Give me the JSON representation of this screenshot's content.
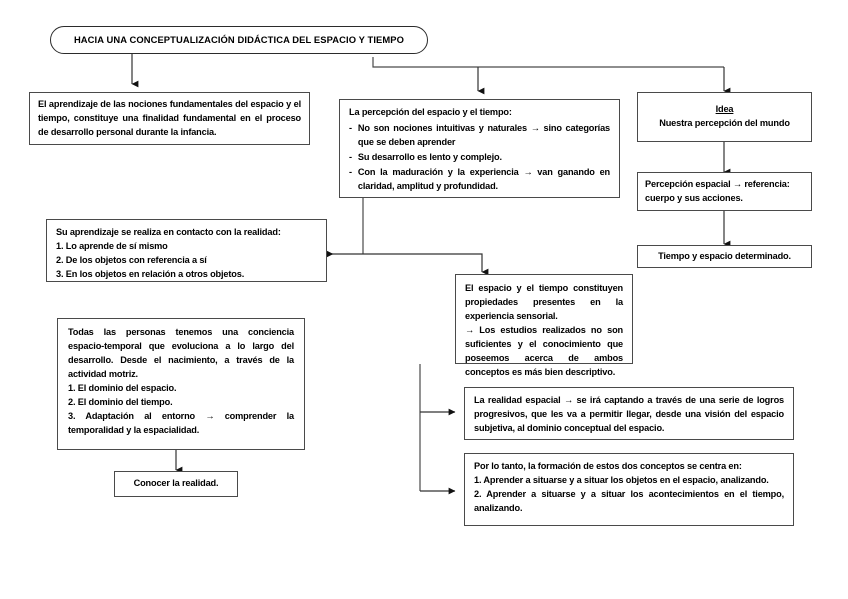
{
  "diagram": {
    "title": "HACIA UNA CONCEPTUALIZACIÓN DIDÁCTICA DEL ESPACIO Y TIEMPO",
    "nodes": {
      "aprendizaje": {
        "text": "El aprendizaje de las nociones fundamentales del espacio y el tiempo, constituye una finalidad fundamental en el proceso de desarrollo personal durante la infancia."
      },
      "percepcion": {
        "heading": "La percepción del espacio y el tiempo:",
        "bullets": [
          "No son nociones intuitivas y naturales → sino categorías que se deben aprender",
          "Su desarrollo es lento y complejo.",
          "Con la maduración y la experiencia → van ganando en claridad, amplitud y profundidad."
        ],
        "bullet_mark": "-"
      },
      "idea": {
        "label": "Idea",
        "text": "Nuestra percepción del mundo"
      },
      "percepcion_espacial": {
        "line1": "Percepción espacial → referencia:",
        "line2": "cuerpo y sus acciones."
      },
      "tiempo_espacio": {
        "text": "Tiempo y espacio determinado."
      },
      "su_aprendizaje": {
        "heading": "Su aprendizaje se realiza en contacto con la realidad:",
        "items": [
          "1. Lo aprende de sí mismo",
          "2. De los objetos con referencia a sí",
          "3. En los objetos en relación a otros objetos."
        ]
      },
      "conciencia": {
        "paragraph": "Todas las personas tenemos una conciencia espacio-temporal que evoluciona a lo largo del desarrollo. Desde el nacimiento, a través de la actividad motriz.",
        "items": [
          "1. El dominio del espacio.",
          "2. El dominio del tiempo.",
          "3. Adaptación al entorno → comprender la temporalidad y la espacialidad."
        ]
      },
      "conocer": {
        "text": "Conocer la realidad."
      },
      "espacio_tiempo_prop": {
        "line1": "El espacio y el tiempo constituyen propiedades presentes en la experiencia sensorial.",
        "line2": "→ Los estudios realizados no son suficientes y el conocimiento que poseemos acerca de ambos conceptos es más bien descriptivo."
      },
      "realidad_espacial": {
        "text": "La realidad espacial → se irá captando a través de una serie de logros progresivos, que les va a permitir llegar, desde una visión del espacio subjetiva, al dominio conceptual del espacio."
      },
      "por_lo_tanto": {
        "heading": "Por lo tanto, la formación de estos dos conceptos se centra en:",
        "items": [
          "1. Aprender a situarse y a situar los objetos en el espacio, analizando.",
          "2. Aprender a situarse y a situar los acontecimientos en el tiempo, analizando."
        ]
      }
    },
    "colors": {
      "line": "#4a4a4a",
      "arrow": "#000000",
      "background": "#ffffff",
      "text": "#000000"
    }
  }
}
